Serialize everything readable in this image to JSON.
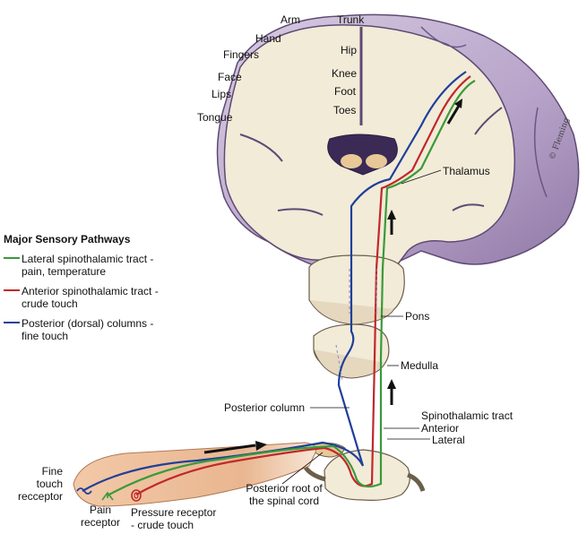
{
  "brain_labels": {
    "arm": "Arm",
    "trunk": "Trunk",
    "hand": "Hand",
    "hip": "Hip",
    "fingers": "Fingers",
    "knee": "Knee",
    "face": "Face",
    "foot": "Foot",
    "lips": "Lips",
    "toes": "Toes",
    "tongue": "Tongue"
  },
  "structure_labels": {
    "thalamus": "Thalamus",
    "pons": "Pons",
    "medulla": "Medulla",
    "posterior_column": "Posterior column",
    "spinothalamic_tract": "Spinothalamic tract",
    "anterior": "Anterior",
    "lateral": "Lateral",
    "posterior_root_line1": "Posterior root of",
    "posterior_root_line2": "the spinal cord"
  },
  "receptor_labels": {
    "fine_touch_line1": "Fine",
    "fine_touch_line2": "touch",
    "fine_touch_line3": "recceptor",
    "pain_line1": "Pain",
    "pain_line2": "receptor",
    "pressure_line1": "Pressure receptor",
    "pressure_line2": "- crude touch"
  },
  "legend": {
    "title": "Major Sensory Pathways",
    "items": [
      {
        "line1": "Lateral spinothalamic tract -",
        "line2": "pain, temperature",
        "color": "#3a9a3a"
      },
      {
        "line1": "Anterior spinothalamic tract -",
        "line2": "crude touch",
        "color": "#c0282a"
      },
      {
        "line1": "Posterior (dorsal) columns -",
        "line2": "fine touch",
        "color": "#1f3f9a"
      }
    ]
  },
  "colors": {
    "lateral": "#3a9a3a",
    "anterior": "#c0282a",
    "posterior": "#1f3f9a",
    "brain_outer": "#b9a6c8",
    "brain_inner": "#f1ead8",
    "tissue": "#f3ecd9"
  },
  "signature": "© Fleming"
}
